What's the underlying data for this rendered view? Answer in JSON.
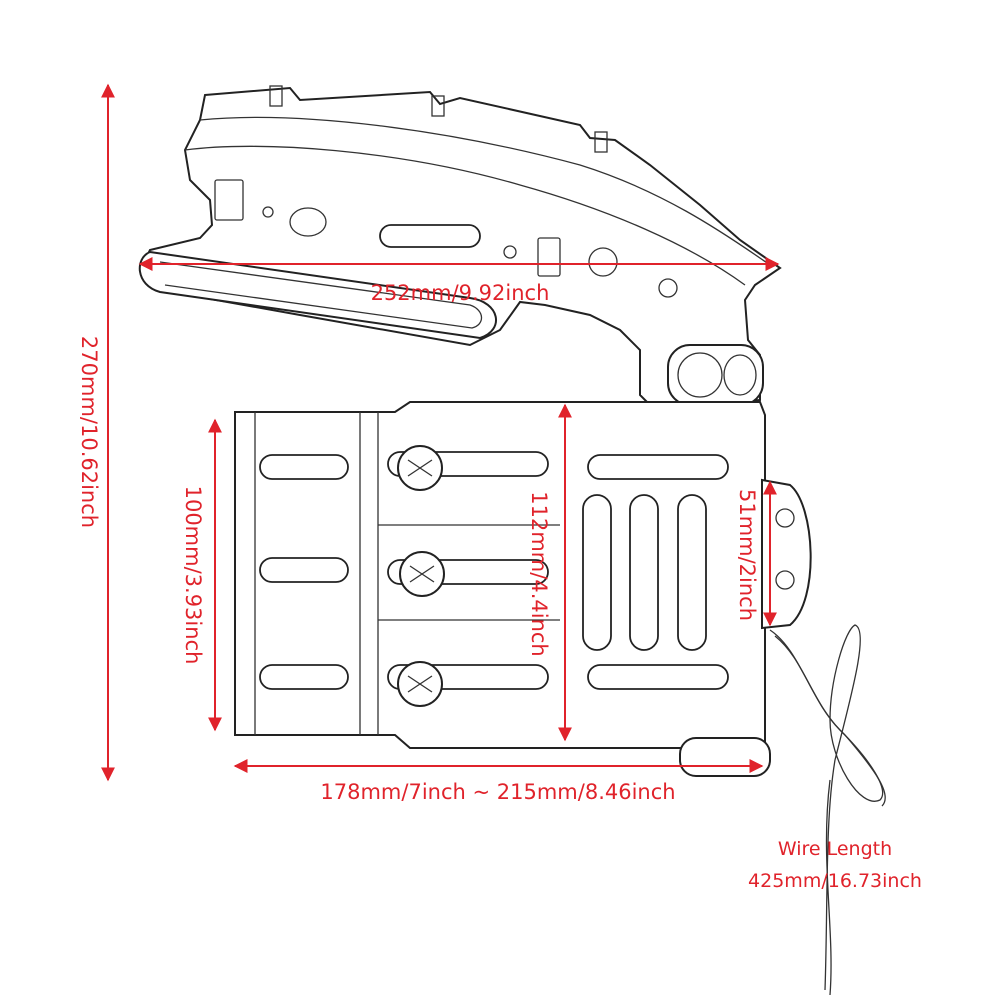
{
  "colors": {
    "dimension": "#e0232b",
    "line": "#222222"
  },
  "dimensions": {
    "overall_height": "270mm/10.62inch",
    "top_width": "252mm/9.92inch",
    "plate_height": "100mm/3.93inch",
    "bracket_height": "112mm/4.4inch",
    "light_height": "51mm/2inch",
    "plate_width": "178mm/7inch ~ 215mm/8.46inch"
  },
  "wire": {
    "title": "Wire Length",
    "value": "425mm/16.73inch"
  }
}
